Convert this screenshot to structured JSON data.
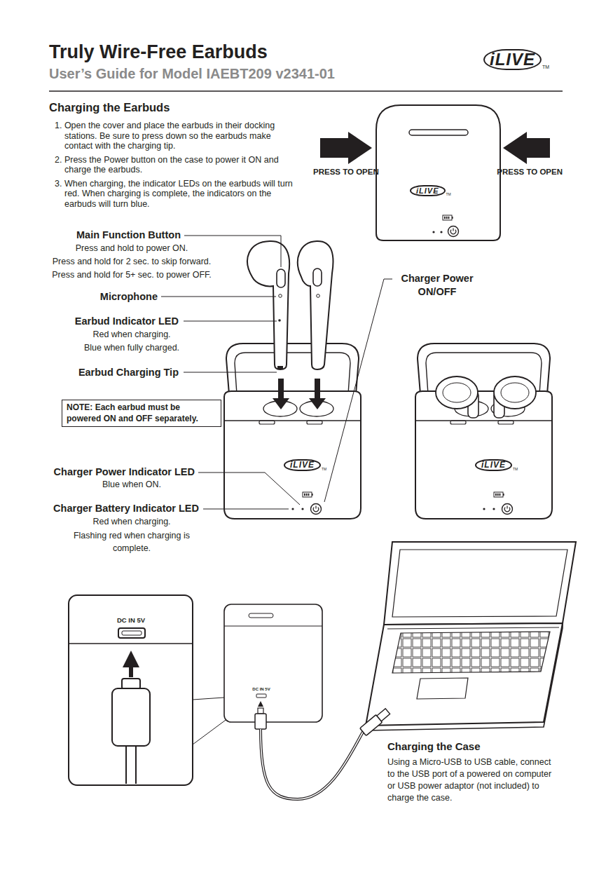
{
  "diagram": {
    "title": "Truly Wire-Free Earbuds",
    "nodes": [
      {
        "text": [
          "NOTE: Each earbud must be powered ON and OFF separately."
        ]
      }
    ],
    "labels": [
      "User’s Guide for Model IAEBT209 v2341-01",
      "iLIVE",
      "TM",
      "Charging the Earbuds",
      "1. Open the cover and place the earbuds in their docking stations. Be sure to press down so the earbuds make contact with the charging tip.",
      "2. Press the Power button on the case to power it ON and charge the earbuds.",
      "3. When charging, the indicator LEDs on the earbuds will turn red. When charging is complete, the indicators on the earbuds will turn blue.",
      "PRESS TO OPEN",
      "PRESS TO OPEN",
      "iLIVE",
      "TM",
      "Main Function Button",
      "Press and hold to power ON.",
      "Press and hold for 2 sec. to skip forward.",
      "Press and hold for 5+ sec. to power OFF.",
      "Microphone",
      "Charger Power ON/OFF",
      "Earbud Indicator LED",
      "Red when charging.",
      "Blue when fully charged.",
      "Earbud Charging Tip",
      "iLIVE",
      "TM",
      "iLIVE",
      "TM",
      "Charger Power Indicator LED",
      "Blue when ON.",
      "Charger Battery Indicator LED",
      "Red when charging.",
      "Flashing red when charging is complete.",
      "DC IN 5V",
      "DC IN 5V",
      "Charging the Case",
      "Using a Micro-USB to USB cable, connect to the USB port of a powered on computer or USB power adaptor (not included) to charge the case."
    ]
  }
}
